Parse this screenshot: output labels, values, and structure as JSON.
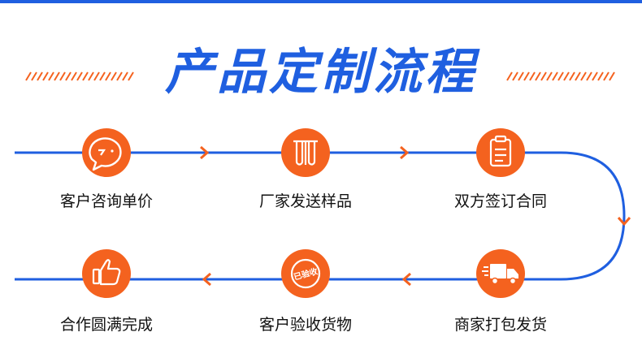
{
  "title": "产品定制流程",
  "colors": {
    "blue": "#1f5fe0",
    "orange": "#f4621f",
    "text": "#111111"
  },
  "steps": [
    {
      "label": "客户咨询单价",
      "icon": "chat-bubble-icon"
    },
    {
      "label": "厂家发送样品",
      "icon": "test-tubes-icon"
    },
    {
      "label": "双方签订合同",
      "icon": "clipboard-icon"
    },
    {
      "label": "商家打包发货",
      "icon": "delivery-truck-icon"
    },
    {
      "label": "客户验收货物",
      "icon": "received-stamp-icon",
      "stamp_text": "已验收"
    },
    {
      "label": "合作圆满完成",
      "icon": "thumbs-up-icon"
    }
  ]
}
